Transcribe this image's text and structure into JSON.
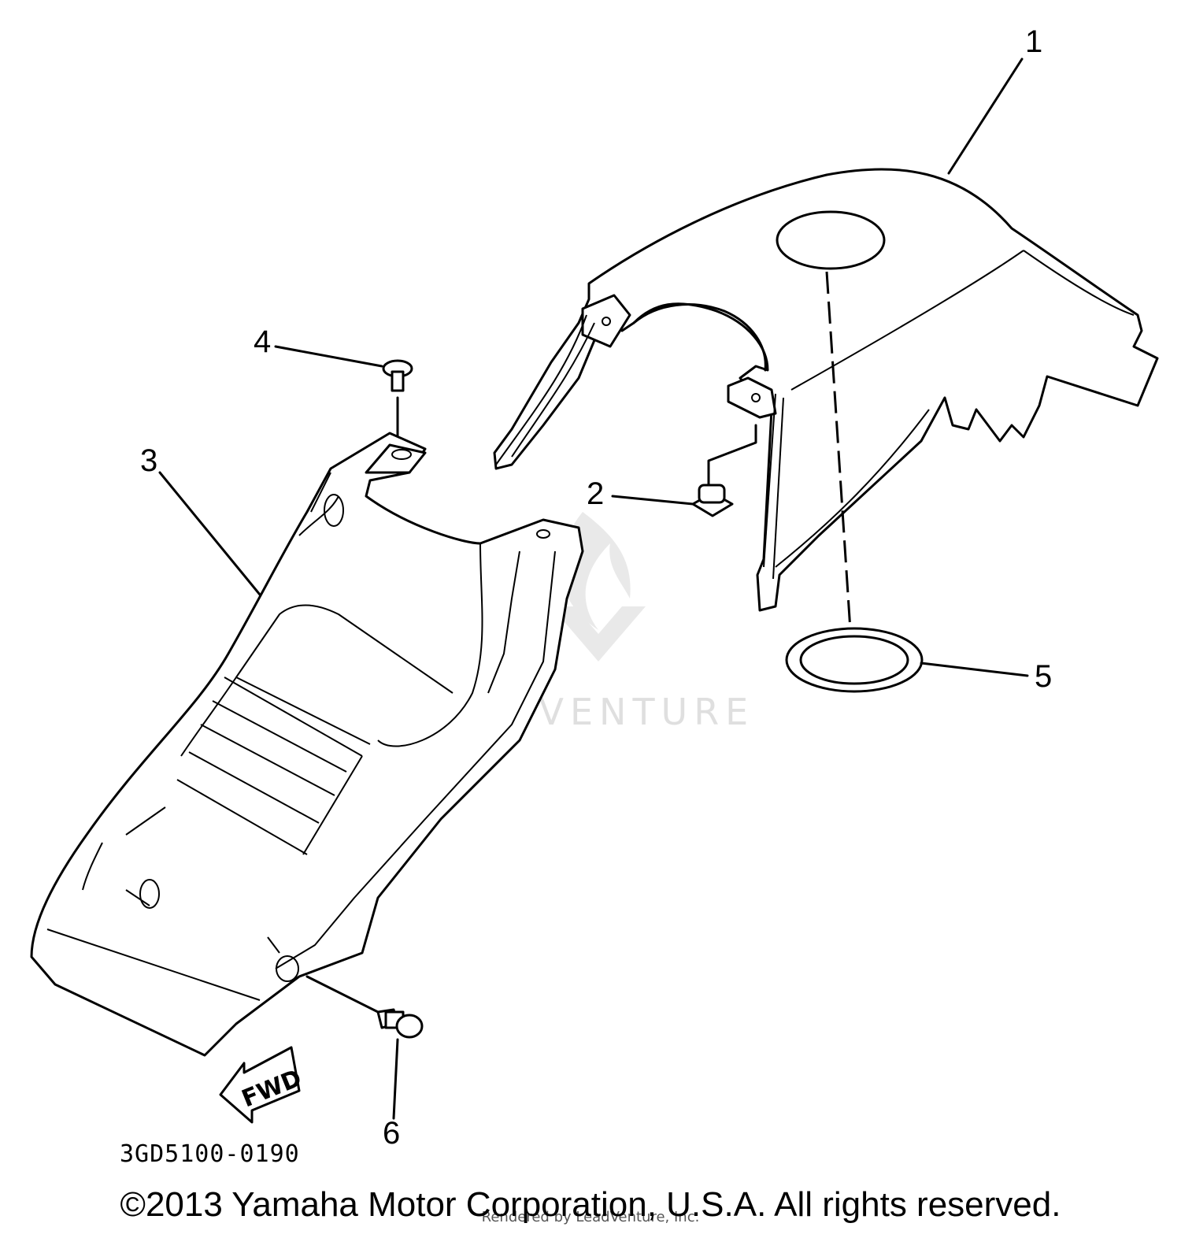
{
  "callouts": {
    "c1": "1",
    "c2": "2",
    "c3": "3",
    "c4": "4",
    "c5": "5",
    "c6": "6"
  },
  "arrow_label": "FWD",
  "diagram_code": "3GD5100-0190",
  "watermark": "LEADVENTURE",
  "copyright": "©2013 Yamaha Motor Corporation, U.S.A. All rights reserved.",
  "rendered_by": "Rendered by LeadVenture, Inc."
}
